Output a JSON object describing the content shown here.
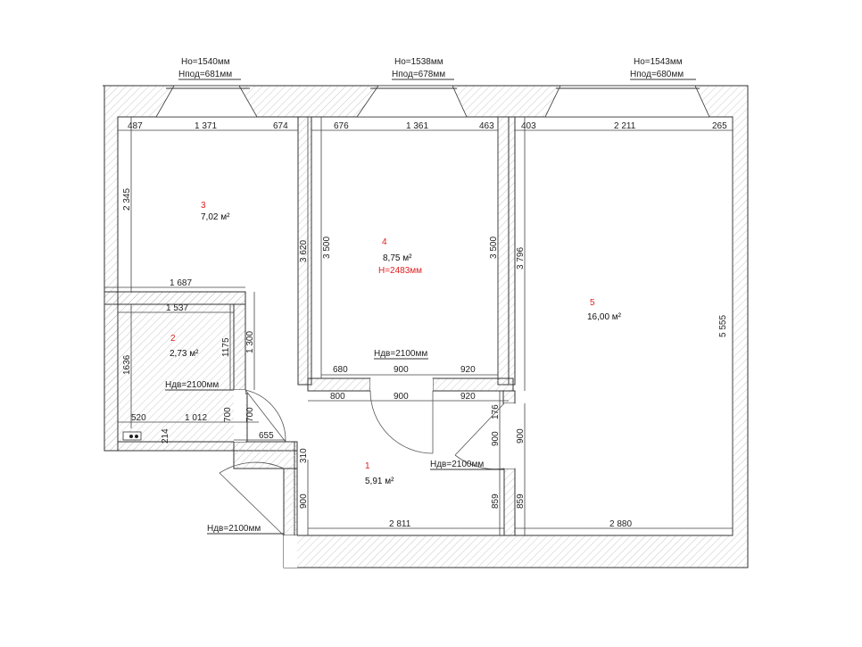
{
  "windows": [
    {
      "ho": "Hо=1540мм",
      "hpod": "Hпод=681мм"
    },
    {
      "ho": "Hо=1538мм",
      "hpod": "Hпод=678мм"
    },
    {
      "ho": "Hо=1543мм",
      "hpod": "Hпод=680мм"
    }
  ],
  "rooms": [
    {
      "num": "3",
      "area": "7,02 м²"
    },
    {
      "num": "4",
      "area": "8,75 м²",
      "height": "H=2483мм"
    },
    {
      "num": "5",
      "area": "16,00 м²"
    },
    {
      "num": "2",
      "area": "2,73 м²"
    },
    {
      "num": "1",
      "area": "5,91 м²"
    }
  ],
  "dims": {
    "r3_top": [
      "487",
      "1 371",
      "674"
    ],
    "r4_top": [
      "676",
      "1 361",
      "463"
    ],
    "r5_top": [
      "403",
      "2 211",
      "265"
    ],
    "r3_left": "2 345",
    "r3_right": "3 620",
    "r4_left": "3 500",
    "r4_right": "3 500",
    "r5_left": "3 796",
    "r5_right": "5 555",
    "r2_outer_top": "1 687",
    "r2_inner_top": "1 537",
    "r2_left": "1636",
    "r2_right_a": "1175",
    "r2_right_b": "1 300",
    "r2_bottom": [
      "520",
      "1 012"
    ],
    "r2_small": "214",
    "r2_door_a": "700",
    "r2_door_b": "700",
    "corr_655": "655",
    "corr_310": "310",
    "r4_bottom_in": [
      "680",
      "900",
      "920"
    ],
    "r4_bottom_out": [
      "800",
      "900",
      "920"
    ],
    "r5_176": "176",
    "r5_900": "900",
    "hall_900a": "900",
    "hall_900b": "900",
    "hall_859a": "859",
    "hall_859b": "859",
    "r1_bottom": "2 811",
    "r5_bottom": "2 880"
  },
  "doors": [
    "Hдв=2100мм",
    "Hдв=2100мм",
    "Hдв=2100мм",
    "Hдв=2100мм"
  ]
}
